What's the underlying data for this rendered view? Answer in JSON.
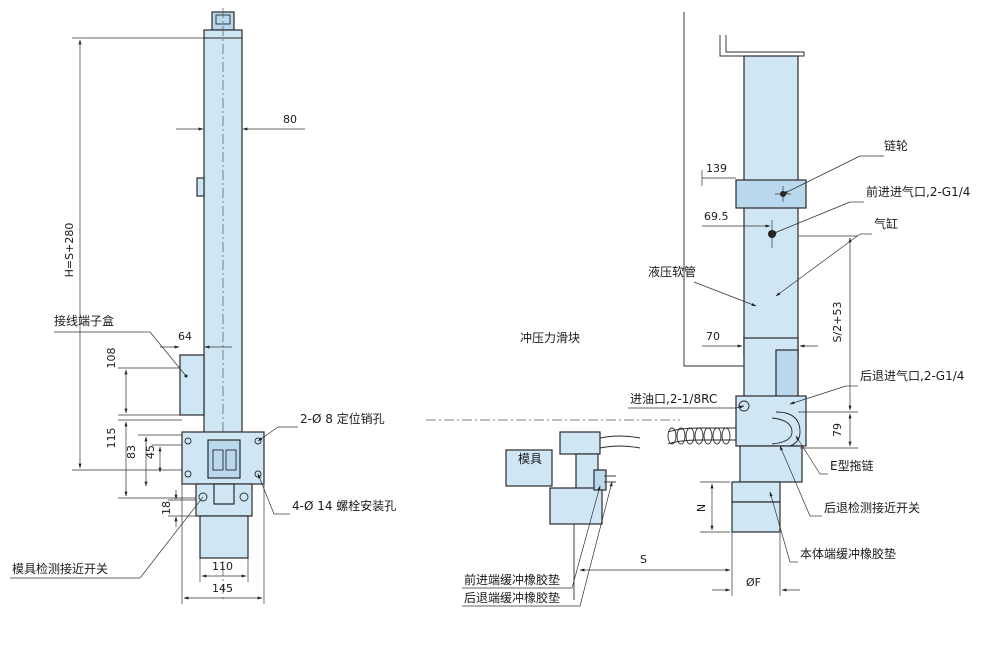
{
  "left_view": {
    "dims": {
      "height": "H=S+280",
      "d80": "80",
      "d64": "64",
      "d108": "108",
      "d115": "115",
      "d83": "83",
      "d45": "45",
      "d18": "18",
      "d110": "110",
      "d145": "145"
    },
    "labels": {
      "terminal_box": "接线端子盒",
      "pin_hole": "2-Ø 8 定位销孔",
      "bolt_hole": "4-Ø 14 螺栓安装孔",
      "mold_switch": "模具检测接近开关"
    }
  },
  "right_view": {
    "dims": {
      "d139": "139",
      "d69_5": "69.5",
      "d70": "70",
      "s2_53": "S/2+53",
      "d79": "79",
      "n": "N",
      "s": "S",
      "phi_f": "ØF"
    },
    "labels": {
      "sprocket": "链轮",
      "front_air": "前进进气口,2-G1/4",
      "cylinder": "气缸",
      "hydraulic_hose": "液压软管",
      "punch_slide": "冲压力滑块",
      "back_air": "后退进气口,2-G1/4",
      "oil_inlet": "进油口,2-1/8RC",
      "e_chain": "E型拖链",
      "back_switch": "后退检测接近开关",
      "body_pad": "本体端缓冲橡胶垫",
      "mold": "模具",
      "front_pad": "前进端缓冲橡胶垫",
      "back_pad": "后退端缓冲橡胶垫"
    }
  }
}
